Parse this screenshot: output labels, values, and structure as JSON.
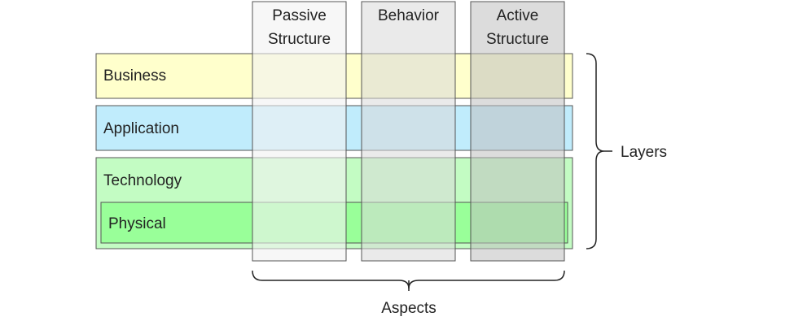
{
  "layers": [
    {
      "label": "Business",
      "color": "#FFFFCC"
    },
    {
      "label": "Application",
      "color": "#C0ECFC"
    },
    {
      "label": "Technology",
      "color": "#C3FCC3"
    }
  ],
  "sublayer": {
    "label": "Physical",
    "color": "#99FF99"
  },
  "aspects": [
    {
      "label_line1": "Passive",
      "label_line2": "Structure",
      "color": "#F2F2F2"
    },
    {
      "label_line1": "Behavior",
      "label_line2": "",
      "color": "#D9D9D9"
    },
    {
      "label_line1": "Active",
      "label_line2": "Structure",
      "color": "#BFBFBF"
    }
  ],
  "braces": {
    "layers_label": "Layers",
    "aspects_label": "Aspects"
  }
}
